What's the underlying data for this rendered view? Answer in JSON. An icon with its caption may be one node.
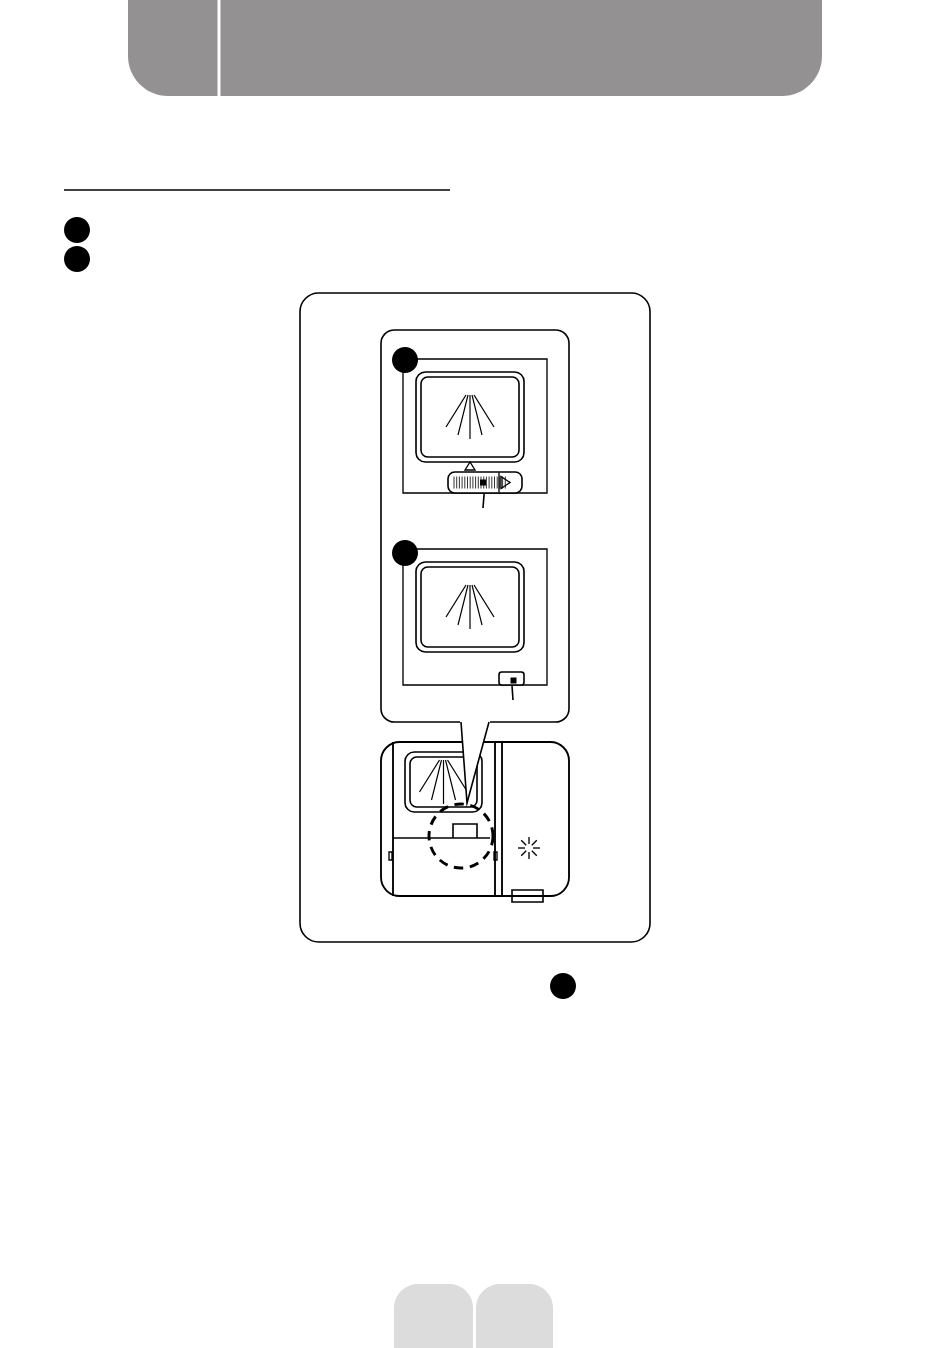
{
  "diagram": {
    "nodes": [
      {
        "text": [],
        "shape": "circle"
      },
      {
        "text": [],
        "shape": "circle"
      },
      {
        "text": [],
        "shape": "circle"
      },
      {
        "text": [],
        "shape": "bar"
      },
      {
        "text": [],
        "shape": "circle"
      },
      {
        "text": [],
        "shape": "box"
      },
      {
        "text": [],
        "shape": "circle"
      }
    ],
    "edges": [
      {
        "from": null,
        "to": 3,
        "arrow": "none"
      },
      {
        "from": null,
        "to": 5,
        "arrow": "none"
      }
    ]
  }
}
